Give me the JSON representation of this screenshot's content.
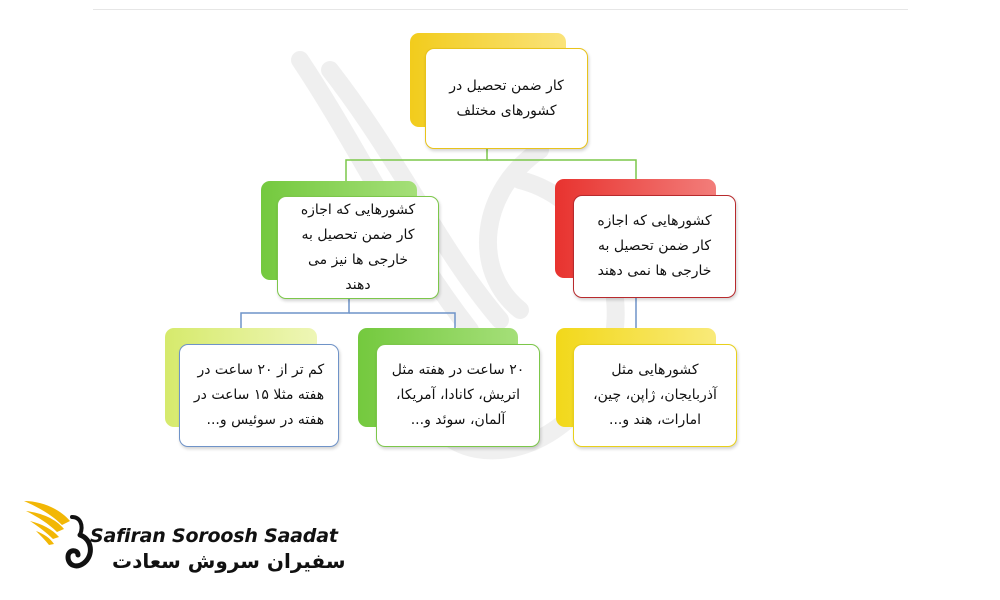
{
  "diagram": {
    "root": {
      "text": "کار ضمن تحصیل در\nکشورهای مختلف"
    },
    "allowed": {
      "text": "کشورهایی که اجازه\nکار ضمن تحصیل به\nخارجی ها نیز می\nدهند"
    },
    "not_allowed": {
      "text": "کشورهایی که اجازه\nکار ضمن تحصیل به\nخارجی ها نمی دهند"
    },
    "leaf_less_than_20": {
      "text": "کم تر از ۲۰ ساعت در\nهفته مثلا ۱۵ ساعت در\nهفته در سوئیس و..."
    },
    "leaf_20_hours": {
      "text": "۲۰ ساعت در هفته مثل\nاتریش، کانادا، آمریکا،\nآلمان، سوئد و..."
    },
    "leaf_countries": {
      "text": "کشورهایی مثل\nآذربایجان، ژاپن، چین،\nامارات، هند و..."
    }
  },
  "logo": {
    "name_en": "Safiran Soroosh Saadat",
    "name_fa": "سفیران سروش سعادت"
  },
  "colors": {
    "yellow": "#f2cc1c",
    "green": "#74c93e",
    "red": "#e8332f",
    "connector_green": "#7cc74a",
    "connector_blue": "#6f93c8",
    "logo_gold": "#f2b705"
  }
}
